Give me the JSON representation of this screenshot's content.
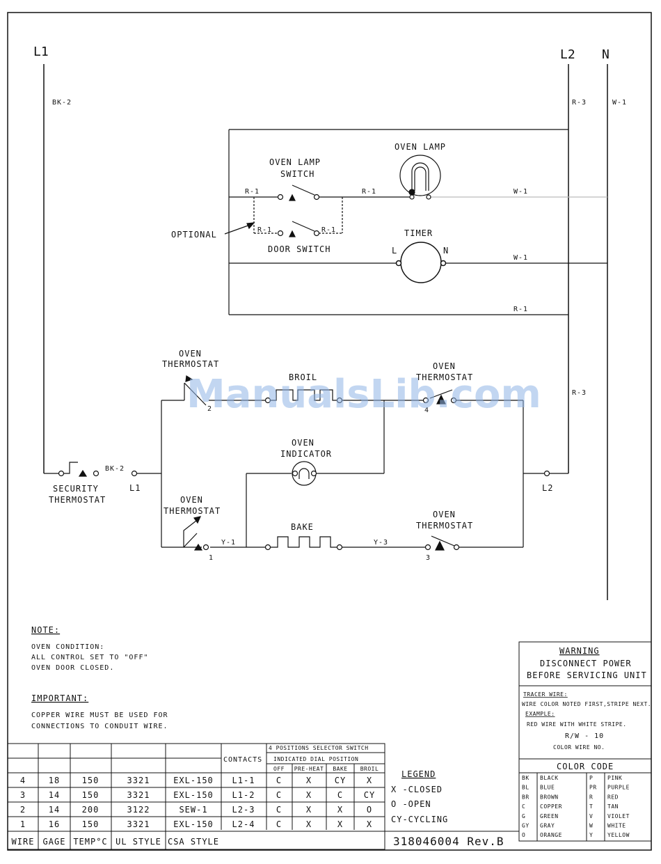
{
  "lines": {
    "l1": "L1",
    "l2": "L2",
    "n": "N"
  },
  "wires": {
    "bk2_top": "BK-2",
    "r3_top": "R-3",
    "w1_top": "W-1",
    "r1_lamp_left": "R-1",
    "r1_lamp_mid": "R-1",
    "w1_lamp": "W-1",
    "r1_door_left": "R-1",
    "r1_door_right": "R-1",
    "w1_timer": "W-1",
    "r1_bottom": "R-1",
    "r3_right": "R-3",
    "bk2_sec": "BK-2",
    "y1": "Y-1",
    "y3": "Y-3"
  },
  "components": {
    "oven_lamp_switch": [
      "OVEN LAMP",
      "SWITCH"
    ],
    "oven_lamp": "OVEN LAMP",
    "optional": "OPTIONAL",
    "door_switch": "DOOR SWITCH",
    "timer": "TIMER",
    "timer_l": "L",
    "timer_n": "N",
    "oven_thermostat_broil_left": [
      "OVEN",
      "THERMOSTAT"
    ],
    "broil": "BROIL",
    "oven_thermostat_broil_right": [
      "OVEN",
      "THERMOSTAT"
    ],
    "oven_indicator": [
      "OVEN",
      "INDICATOR"
    ],
    "security_thermostat": [
      "SECURITY",
      "THERMOSTAT"
    ],
    "l1_terminal": "L1",
    "l2_terminal": "L2",
    "oven_thermostat_bake_left": [
      "OVEN",
      "THERMOSTAT"
    ],
    "bake": "BAKE",
    "oven_thermostat_bake_right": [
      "OVEN",
      "THERMOSTAT"
    ],
    "terminal_1": "1",
    "terminal_3": "3",
    "terminal_4": "4",
    "terminal_2": "2"
  },
  "watermark": "ManualsLib.com",
  "notes": {
    "note_title": "NOTE:",
    "note_lines": [
      "OVEN CONDITION:",
      "ALL CONTROL SET TO \"OFF\"",
      "OVEN DOOR CLOSED."
    ],
    "important_title": "IMPORTANT:",
    "important_lines": [
      "COPPER WIRE MUST BE USED FOR",
      "CONNECTIONS TO CONDUIT WIRE."
    ]
  },
  "warning": {
    "title": "WARNING",
    "lines": [
      "DISCONNECT POWER",
      "BEFORE SERVICING UNIT"
    ],
    "tracer_title": "TRACER WIRE:",
    "tracer_text": "WIRE COLOR NOTED FIRST,STRIPE NEXT.",
    "example_title": "EXAMPLE:",
    "example_text": "RED WIRE WITH WHITE STRIPE.",
    "example_code": "R/W - 10",
    "color_wire_no": "COLOR WIRE NO."
  },
  "color_code": {
    "title": "COLOR CODE",
    "rows": [
      [
        "BK",
        "BLACK",
        "P",
        "PINK"
      ],
      [
        "BL",
        "BLUE",
        "PR",
        "PURPLE"
      ],
      [
        "BR",
        "BROWN",
        "R",
        "RED"
      ],
      [
        "C",
        "COPPER",
        "T",
        "TAN"
      ],
      [
        "G",
        "GREEN",
        "V",
        "VIOLET"
      ],
      [
        "GY",
        "GRAY",
        "W",
        "WHITE"
      ],
      [
        "O",
        "ORANGE",
        "Y",
        "YELLOW"
      ]
    ]
  },
  "wire_table": {
    "headers": [
      "WIRE",
      "GAGE",
      "TEMP°C",
      "UL STYLE",
      "CSA STYLE"
    ],
    "contacts_header": "CONTACTS",
    "selector_header": "4 POSITIONS SELECTOR SWITCH",
    "dial_header": "INDICATED DIAL POSITION",
    "positions": [
      "OFF",
      "PRE-HEAT",
      "BAKE",
      "BROIL"
    ],
    "rows": [
      [
        "4",
        "18",
        "150",
        "3321",
        "EXL-150",
        "L1-1",
        "C",
        "X",
        "CY",
        "X"
      ],
      [
        "3",
        "14",
        "150",
        "3321",
        "EXL-150",
        "L1-2",
        "C",
        "X",
        "C",
        "CY"
      ],
      [
        "2",
        "14",
        "200",
        "3122",
        "SEW-1",
        "L2-3",
        "C",
        "X",
        "X",
        "O"
      ],
      [
        "1",
        "16",
        "150",
        "3321",
        "EXL-150",
        "L2-4",
        "C",
        "X",
        "X",
        "X"
      ]
    ]
  },
  "legend": {
    "title": "LEGEND",
    "items": [
      "X -CLOSED",
      "O -OPEN",
      "CY-CYCLING"
    ]
  },
  "part_number": "318046004 Rev.B"
}
